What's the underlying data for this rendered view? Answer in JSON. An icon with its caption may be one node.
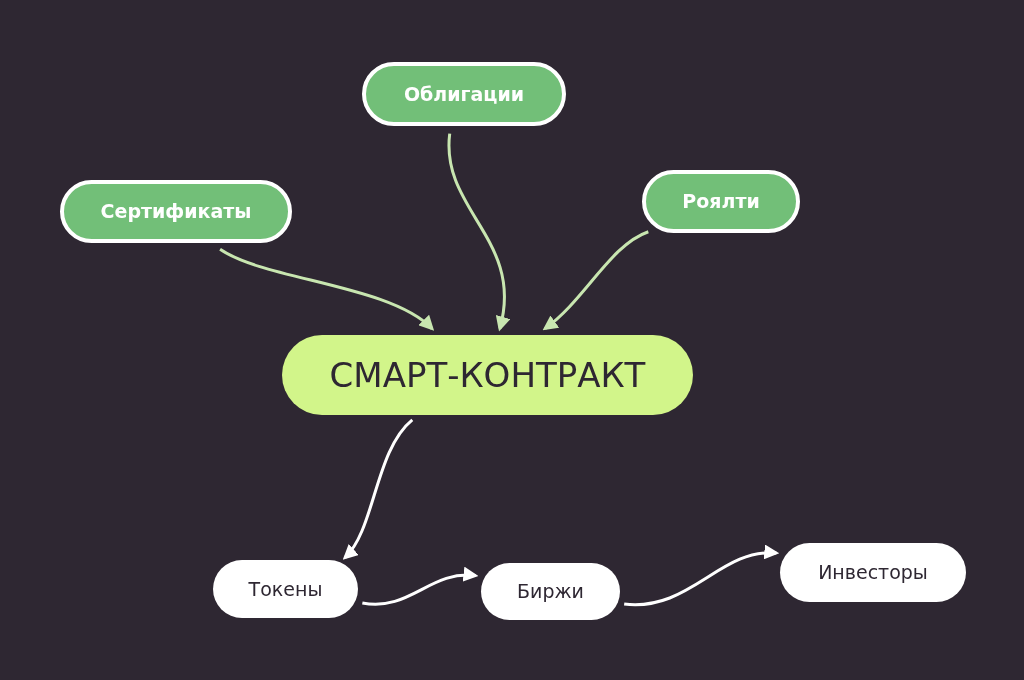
{
  "diagram": {
    "nodes": [
      {
        "text": [
          "Облигации"
        ]
      },
      {
        "text": [
          "Сертификаты"
        ]
      },
      {
        "text": [
          "Роялти"
        ]
      },
      {
        "text": [
          "СМАРТ-КОНТРАКТ"
        ]
      },
      {
        "text": [
          "Токены"
        ]
      },
      {
        "text": [
          "Биржи"
        ]
      },
      {
        "text": [
          "Инвесторы"
        ]
      }
    ],
    "edges": [
      {
        "from": 1,
        "to": 3,
        "arrow": "to",
        "color": "#c8e6b0"
      },
      {
        "from": 0,
        "to": 3,
        "arrow": "to",
        "color": "#c8e6b0"
      },
      {
        "from": 2,
        "to": 3,
        "arrow": "to",
        "color": "#c8e6b0"
      },
      {
        "from": 3,
        "to": 4,
        "arrow": "to"
      },
      {
        "from": 4,
        "to": 5,
        "arrow": "to"
      },
      {
        "from": 5,
        "to": 6,
        "arrow": "to"
      }
    ]
  }
}
